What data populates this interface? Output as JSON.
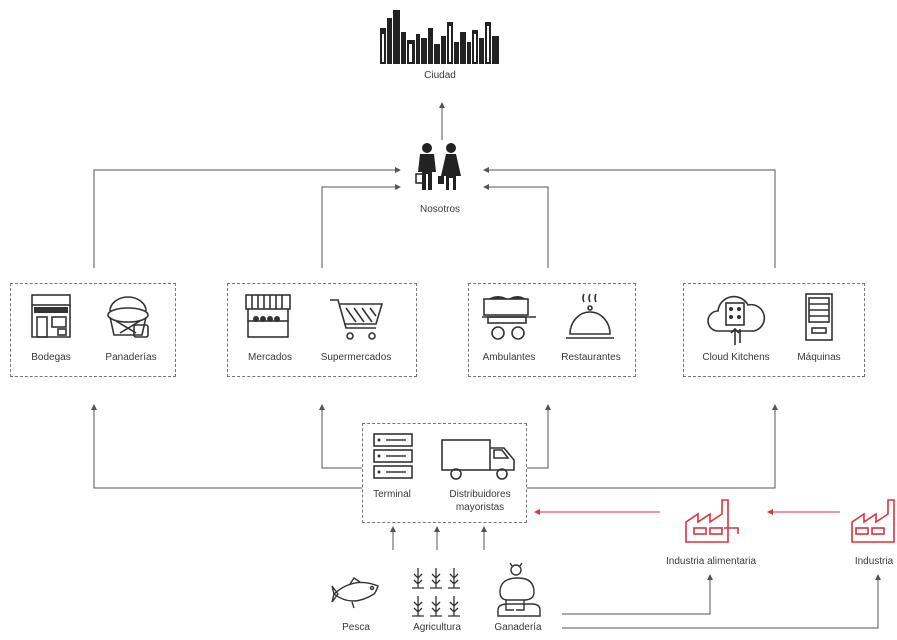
{
  "city": {
    "label": "Ciudad"
  },
  "people": {
    "label": "Nosotros"
  },
  "groups": [
    {
      "items": [
        {
          "label": "Bodegas",
          "icon": "store-icon"
        },
        {
          "label": "Panaderías",
          "icon": "bread-basket-icon"
        }
      ]
    },
    {
      "items": [
        {
          "label": "Mercados",
          "icon": "market-stall-icon"
        },
        {
          "label": "Supermercados",
          "icon": "shopping-cart-icon"
        }
      ]
    },
    {
      "items": [
        {
          "label": "Ambulantes",
          "icon": "food-cart-icon"
        },
        {
          "label": "Restaurantes",
          "icon": "cloche-icon"
        }
      ]
    },
    {
      "items": [
        {
          "label": "Cloud Kitchens",
          "icon": "cloud-kitchen-icon"
        },
        {
          "label": "Máquinas",
          "icon": "vending-machine-icon"
        }
      ]
    }
  ],
  "distribution": {
    "terminal": {
      "label": "Terminal",
      "icon": "server-rack-icon"
    },
    "wholesalers": {
      "label_line1": "Distribuidores",
      "label_line2": "mayoristas",
      "icon": "truck-icon"
    }
  },
  "industries": [
    {
      "label": "Industria alimentaria",
      "icon": "factory-icon"
    },
    {
      "label": "Industria",
      "icon": "factory-icon"
    }
  ],
  "sources": [
    {
      "label": "Pesca",
      "icon": "fish-icon"
    },
    {
      "label": "Agricultura",
      "icon": "crops-icon"
    },
    {
      "label": "Ganadería",
      "icon": "livestock-icon"
    }
  ],
  "colors": {
    "line": "#555555",
    "accent": "#e0303a"
  }
}
